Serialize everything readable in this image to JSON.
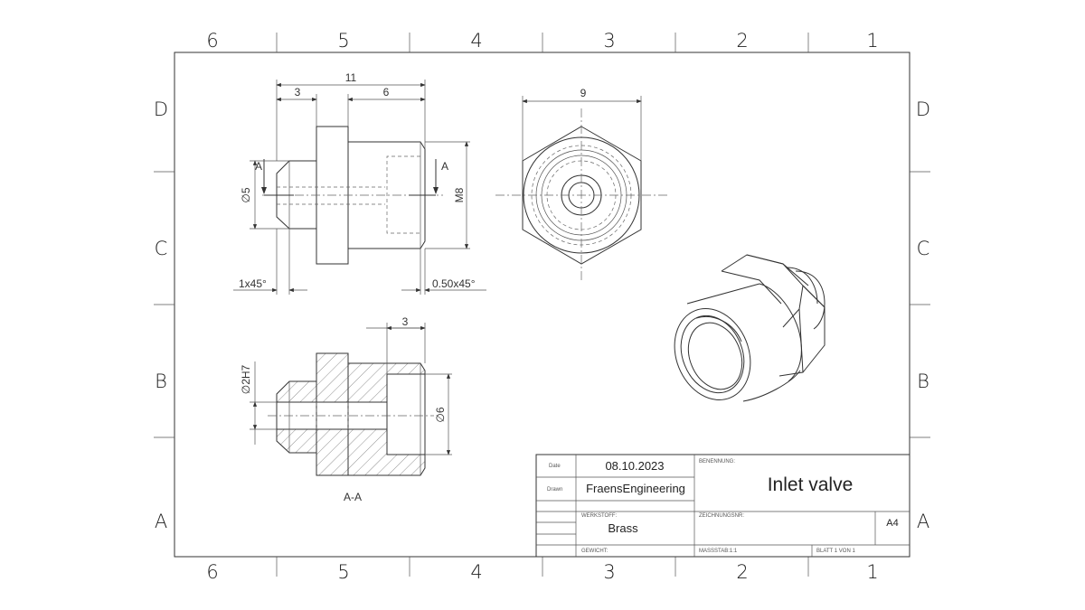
{
  "border": {
    "columns_top": [
      "6",
      "5",
      "4",
      "3",
      "2",
      "1"
    ],
    "columns_bottom": [
      "6",
      "5",
      "4",
      "3",
      "2",
      "1"
    ],
    "rows_left": [
      "D",
      "C",
      "B",
      "A"
    ],
    "rows_right": [
      "D",
      "C",
      "B",
      "A"
    ]
  },
  "front_view": {
    "dim_overall": "11",
    "dim_left": "3",
    "dim_right": "6",
    "dim_diameter": "∅5",
    "dim_thread": "M8",
    "chamfer_left": "1x45°",
    "chamfer_right": "0.50x45°",
    "section_mark_left": "A",
    "section_mark_right": "A"
  },
  "side_view": {
    "dim_width": "9"
  },
  "section_view": {
    "dim_depth": "3",
    "dim_bore": "∅2H7",
    "dim_diameter": "∅6",
    "label": "A-A"
  },
  "title_block": {
    "date_label": "Date",
    "date_value": "08.10.2023",
    "drawn_label": "Drawn",
    "drawn_value": "FraensEngineering",
    "benennung_label": "BENENNUNG:",
    "title": "Inlet valve",
    "werkstoff_label": "WERKSTOFF:",
    "material": "Brass",
    "zeichnungsnr_label": "ZEICHNUNGSNR:",
    "size": "A4",
    "gewicht_label": "GEWICHT:",
    "massstab_label": "MASSSTAB:1:1",
    "blatt_label": "BLATT 1 VON 1"
  }
}
